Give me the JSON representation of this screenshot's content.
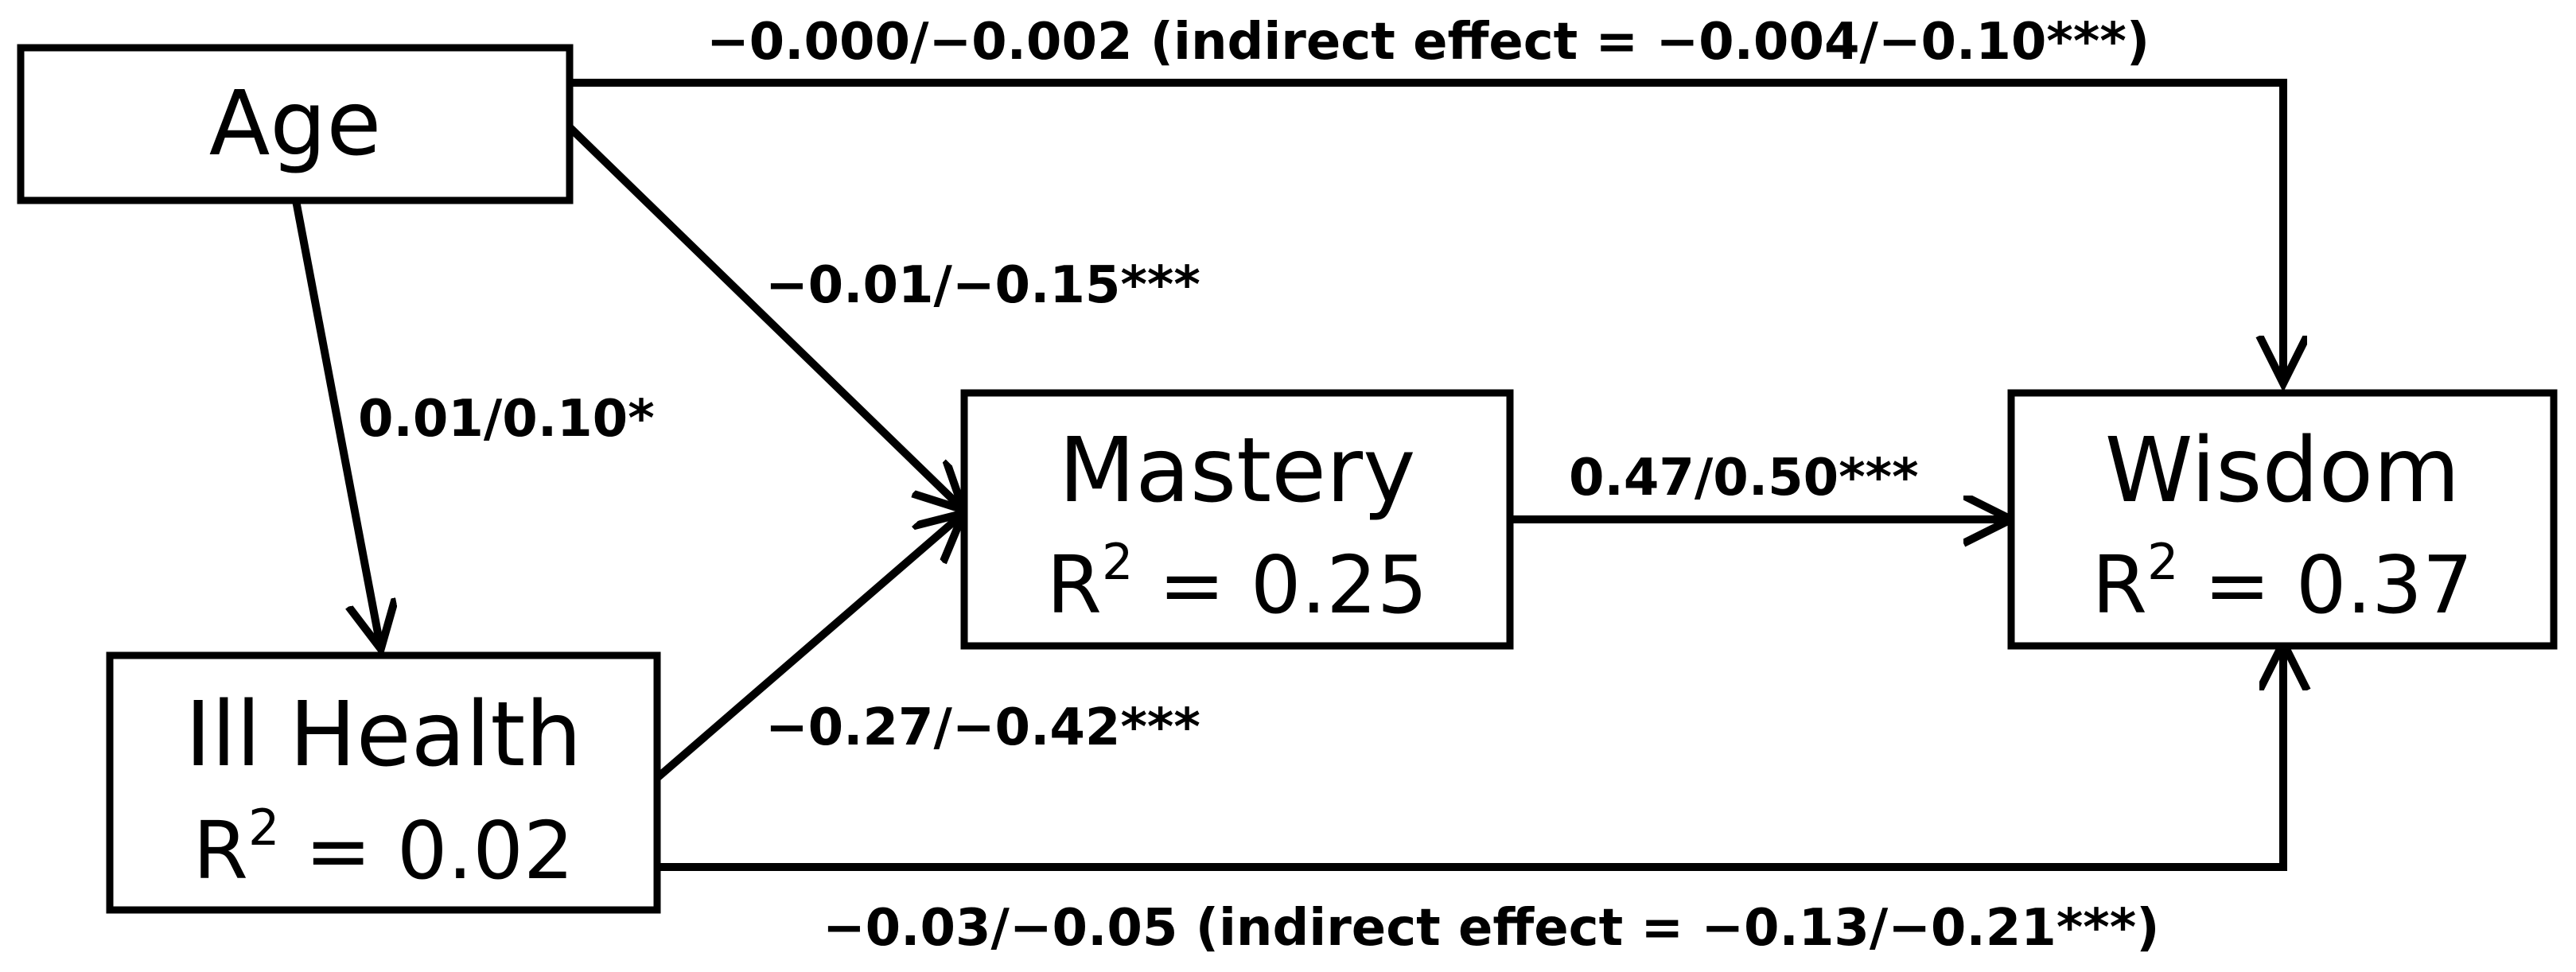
{
  "nodes": {
    "age": {
      "title": "Age"
    },
    "mastery": {
      "title": "Mastery",
      "r2_label": "R",
      "r2_sup": "2",
      "r2_value": " = 0.25"
    },
    "wisdom": {
      "title": "Wisdom",
      "r2_label": "R",
      "r2_sup": "2",
      "r2_value": " = 0.37"
    },
    "ill_health": {
      "title": "Ill Health",
      "r2_label": "R",
      "r2_sup": "2",
      "r2_value": " = 0.02"
    }
  },
  "paths": {
    "age_to_wisdom": "−0.000/−0.002 (indirect effect = −0.004/−0.10***)",
    "age_to_mastery": "−0.01/−0.15***",
    "age_to_ill_health": "0.01/0.10*",
    "mastery_to_wisdom": "0.47/0.50***",
    "ill_health_to_mastery": "−0.27/−0.42***",
    "ill_health_to_wisdom": "−0.03/−0.05 (indirect effect = −0.13/−0.21***)"
  }
}
